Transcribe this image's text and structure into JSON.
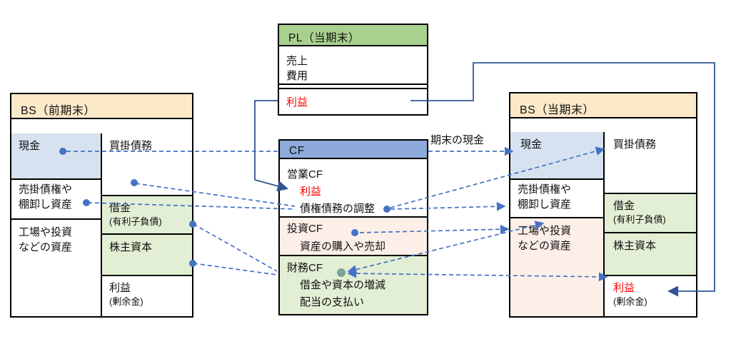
{
  "bs_prev": {
    "title": "BS（前期末）",
    "cash": "現金",
    "receivables_line1": "売掛債権や",
    "receivables_line2": "棚卸し資産",
    "plant_line1": "工場や投資",
    "plant_line2": "などの資産",
    "payables": "買掛債務",
    "debt": "借金",
    "debt_sub": "(有利子負債)",
    "equity": "株主資本",
    "profit": "利益",
    "profit_sub": "(剰余金)"
  },
  "pl": {
    "title": "PL（当期末）",
    "sales": "売上",
    "expenses": "費用",
    "profit": "利益"
  },
  "cf": {
    "title": "CF",
    "operating": "営業CF",
    "operating_profit": "利益",
    "operating_adjustment": "債権債務の調整",
    "investing": "投資CF",
    "investing_detail": "資産の購入や売却",
    "financing": "財務CF",
    "financing_detail1": "借金や資本の増減",
    "financing_detail2": "配当の支払い"
  },
  "bs_curr": {
    "title": "BS（当期末）",
    "cash": "現金",
    "receivables_line1": "売掛債権や",
    "receivables_line2": "棚卸し資産",
    "plant_line1": "工場や投資",
    "plant_line2": "などの資産",
    "payables": "買掛債務",
    "debt": "借金",
    "debt_sub": "(有利子負債)",
    "equity": "株主資本",
    "profit": "利益",
    "profit_sub": "(剰余金)"
  },
  "annotations": {
    "period_end_cash": "期末の現金"
  },
  "colors": {
    "bs_header_bg": "#FCE9C8",
    "pl_header_bg": "#A9D18E",
    "cf_header_bg": "#8EAADB",
    "cash_cell_bg": "#D6E2F0",
    "green_cell_bg": "#E2EFD4",
    "pink_cell_bg": "#FCEFE8",
    "dashed_arrow_blue": "#4472C4",
    "solid_arrow_blue": "#2F5597",
    "financing_dot_teal": "#7FA097",
    "profit_text_red": "#FF0000"
  }
}
